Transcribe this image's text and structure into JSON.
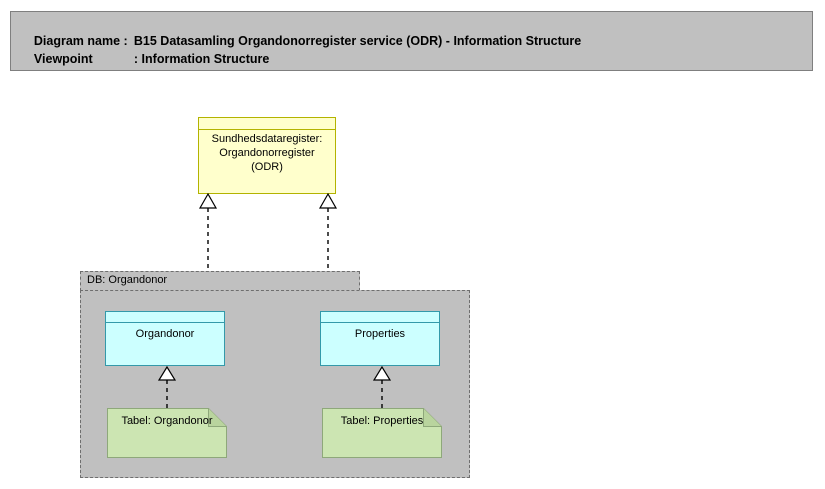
{
  "header": {
    "diagram_name_label": "Diagram name :",
    "diagram_name_value": "B15 Datasamling Organdonorregister service (ODR) - Information Structure",
    "viewpoint_label": "Viewpoint",
    "viewpoint_separator": ": ",
    "viewpoint_value": "Information Structure",
    "background_color": "#c0c0c0",
    "border_color": "#7f7f7f"
  },
  "diagram": {
    "type": "archimate-information-structure",
    "nodes": [
      {
        "id": "odr",
        "name": "Sundhedsdataregister: Organdonorregister (ODR)",
        "display_lines": [
          "Sundhedsdataregister:",
          "Organdonorregister",
          "(ODR)"
        ],
        "shape": "data-object",
        "fill_color": "#ffffcc",
        "border_color": "#b3b300"
      },
      {
        "id": "organdonor",
        "name": "Organdonor",
        "display_lines": [
          "Organdonor"
        ],
        "shape": "data-object",
        "fill_color": "#ccffff",
        "border_color": "#3399aa"
      },
      {
        "id": "properties",
        "name": "Properties",
        "display_lines": [
          "Properties"
        ],
        "shape": "data-object",
        "fill_color": "#ccffff",
        "border_color": "#3399aa"
      },
      {
        "id": "tabel-organdonor",
        "name": "Tabel: Organdonor",
        "display_lines": [
          "Tabel: Organdonor"
        ],
        "shape": "artifact",
        "fill_color": "#cce5b2",
        "border_color": "#8ea87a"
      },
      {
        "id": "tabel-properties",
        "name": "Tabel: Properties",
        "display_lines": [
          "Tabel: Properties"
        ],
        "shape": "artifact",
        "fill_color": "#cce5b2",
        "border_color": "#8ea87a"
      }
    ],
    "groups": [
      {
        "id": "db-organdonor",
        "label": "DB: Organdonor",
        "shape": "package",
        "fill_color": "#c0c0c0",
        "border_color": "#6e6e6e",
        "border_style": "dashed",
        "contains": [
          "organdonor",
          "properties",
          "tabel-organdonor",
          "tabel-properties"
        ]
      }
    ],
    "connections": [
      {
        "id": "c1",
        "from": "organdonor",
        "to": "odr",
        "type": "realization",
        "line_style": "dashed",
        "arrow": "hollow-triangle"
      },
      {
        "id": "c2",
        "from": "properties",
        "to": "odr",
        "type": "realization",
        "line_style": "dashed",
        "arrow": "hollow-triangle"
      },
      {
        "id": "c3",
        "from": "tabel-organdonor",
        "to": "organdonor",
        "type": "realization",
        "line_style": "dashed",
        "arrow": "hollow-triangle"
      },
      {
        "id": "c4",
        "from": "tabel-properties",
        "to": "properties",
        "type": "realization",
        "line_style": "dashed",
        "arrow": "hollow-triangle"
      }
    ]
  }
}
